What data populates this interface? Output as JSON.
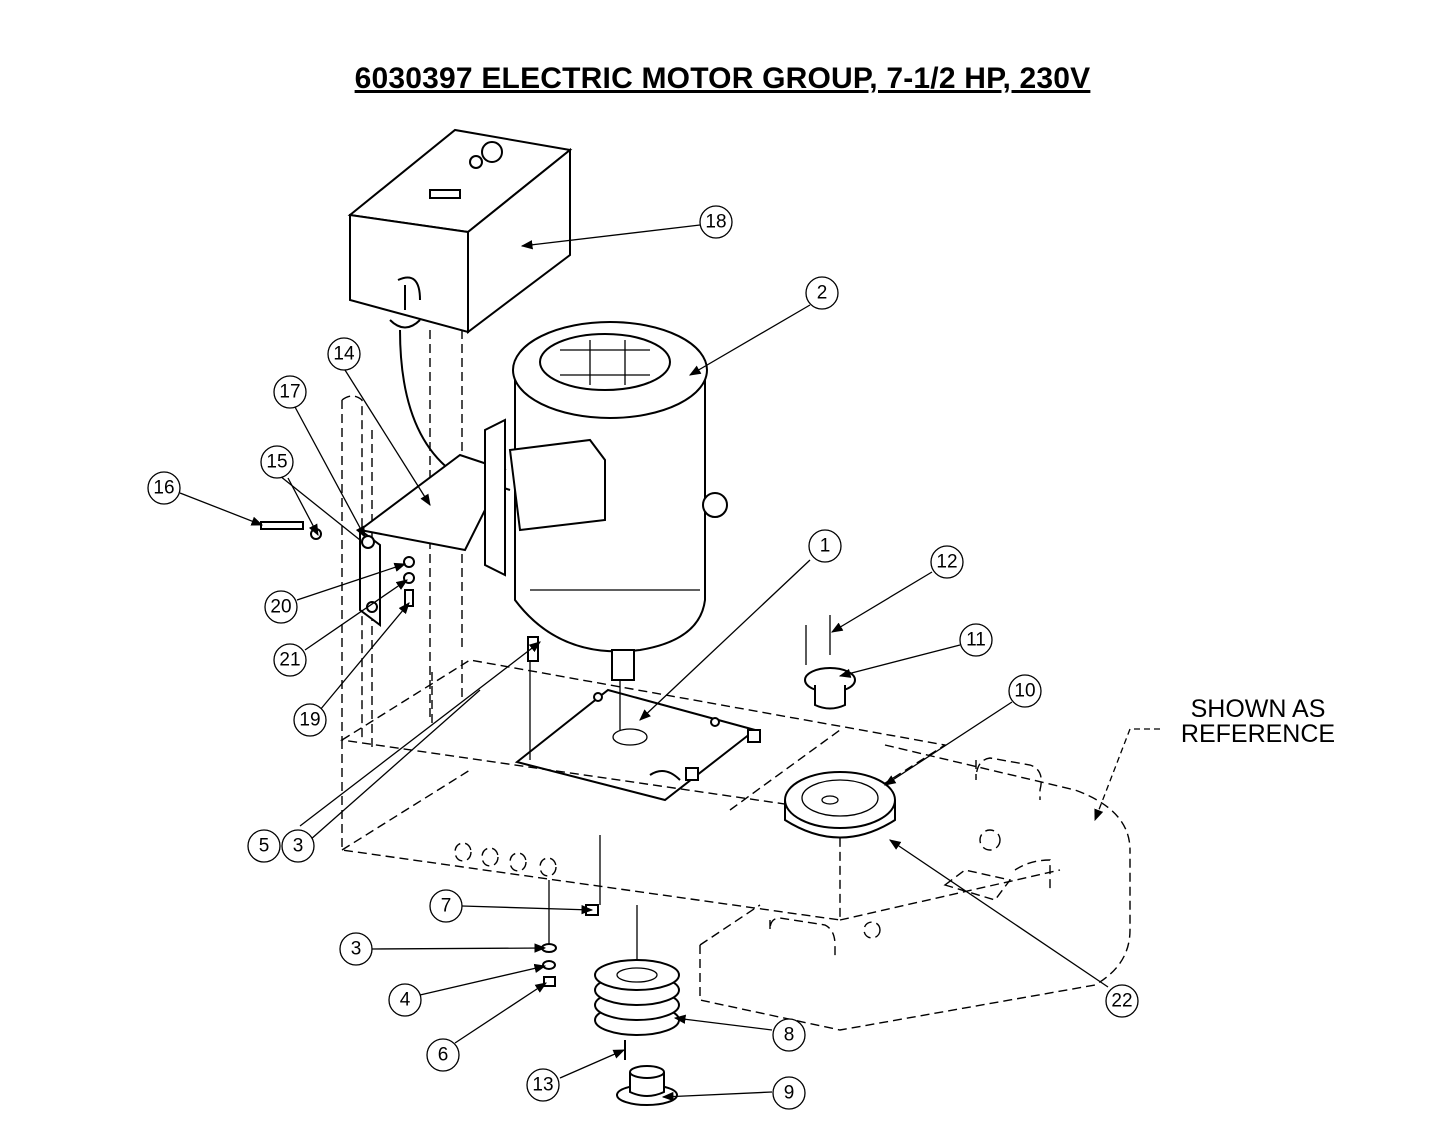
{
  "title": "6030397 ELECTRIC MOTOR GROUP, 7-1/2 HP, 230V",
  "reference_note": [
    "SHOWN AS",
    "REFERENCE"
  ],
  "callouts": [
    {
      "id": "c18",
      "label": "18"
    },
    {
      "id": "c2",
      "label": "2"
    },
    {
      "id": "c14",
      "label": "14"
    },
    {
      "id": "c17",
      "label": "17"
    },
    {
      "id": "c15",
      "label": "15"
    },
    {
      "id": "c16",
      "label": "16"
    },
    {
      "id": "c20",
      "label": "20"
    },
    {
      "id": "c21",
      "label": "21"
    },
    {
      "id": "c19",
      "label": "19"
    },
    {
      "id": "c1",
      "label": "1"
    },
    {
      "id": "c12",
      "label": "12"
    },
    {
      "id": "c11",
      "label": "11"
    },
    {
      "id": "c10",
      "label": "10"
    },
    {
      "id": "c5",
      "label": "5"
    },
    {
      "id": "c3a",
      "label": "3"
    },
    {
      "id": "c7",
      "label": "7"
    },
    {
      "id": "c3b",
      "label": "3"
    },
    {
      "id": "c4",
      "label": "4"
    },
    {
      "id": "c6",
      "label": "6"
    },
    {
      "id": "c22",
      "label": "22"
    },
    {
      "id": "c8",
      "label": "8"
    },
    {
      "id": "c13",
      "label": "13"
    },
    {
      "id": "c9",
      "label": "9"
    }
  ]
}
